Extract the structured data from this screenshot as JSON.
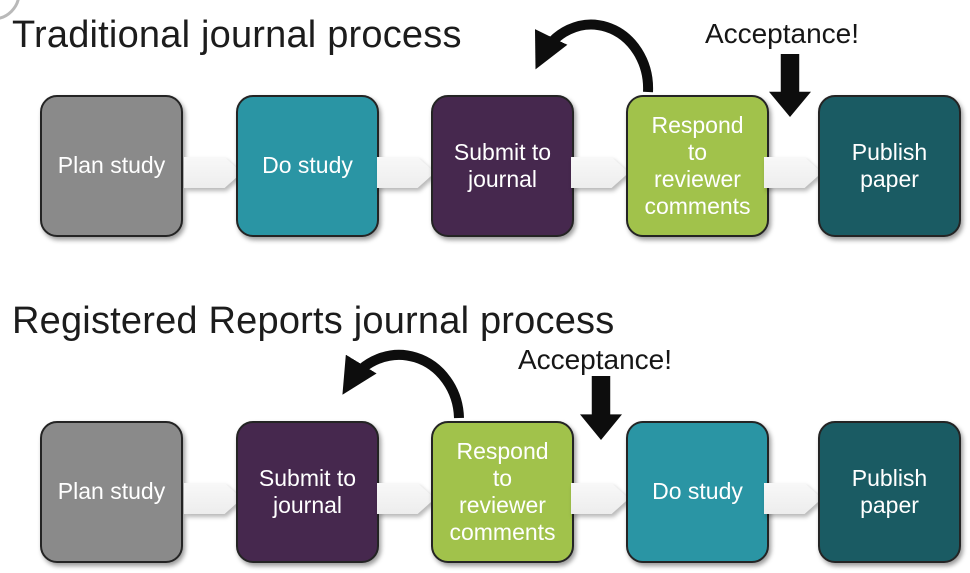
{
  "canvas": {
    "background": "#ffffff"
  },
  "colors": {
    "box_border": "#242424",
    "chevron_fill": "#f1f1f1",
    "arrow_black": "#0d0d0d",
    "box_gray": "#8a8a8a",
    "box_teal": "#2a95a4",
    "box_purple": "#46284e",
    "box_green": "#a1c24b",
    "box_dark_teal": "#1a5b63"
  },
  "sections": [
    {
      "title": "Traditional journal process",
      "acceptance_label": "Acceptance!",
      "boxes": [
        {
          "label": "Plan study",
          "color": "#8a8a8a"
        },
        {
          "label": "Do study",
          "color": "#2a95a4"
        },
        {
          "label": "Submit to\njournal",
          "color": "#46284e"
        },
        {
          "label": "Respond\nto\nreviewer\ncomments",
          "color": "#a1c24b"
        },
        {
          "label": "Publish\npaper",
          "color": "#1a5b63"
        }
      ]
    },
    {
      "title": "Registered Reports journal process",
      "acceptance_label": "Acceptance!",
      "boxes": [
        {
          "label": "Plan study",
          "color": "#8a8a8a"
        },
        {
          "label": "Submit to\njournal",
          "color": "#46284e"
        },
        {
          "label": "Respond\nto\nreviewer\ncomments",
          "color": "#a1c24b"
        },
        {
          "label": "Do study",
          "color": "#2a95a4"
        },
        {
          "label": "Publish\npaper",
          "color": "#1a5b63"
        }
      ]
    }
  ]
}
